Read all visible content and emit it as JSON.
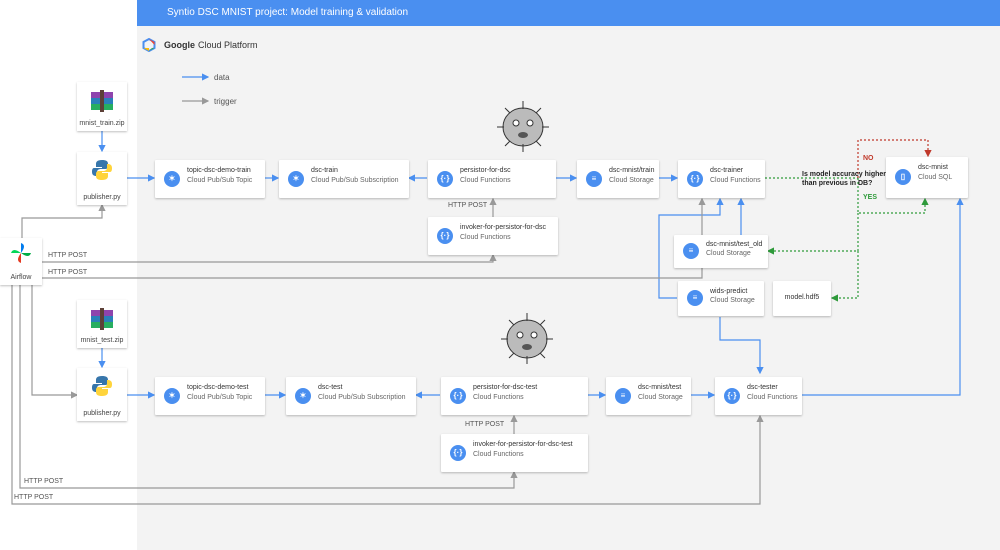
{
  "title": "Syntio DSC MNIST project: Model training & validation",
  "gcp": {
    "brand": "Google",
    "product": "Cloud Platform"
  },
  "legend": {
    "data": "data",
    "trigger": "trigger"
  },
  "colors": {
    "data": "#4a8ff0",
    "trigger": "#999999",
    "yes": "#2e9a3a",
    "no": "#c0392b",
    "icon": "#4a8ff0"
  },
  "train": {
    "zip": "mnist_train.zip",
    "publisher": "publisher.py",
    "topic": {
      "name": "topic-dsc-demo-train",
      "type": "Cloud Pub/Sub Topic"
    },
    "sub": {
      "name": "dsc-train",
      "type": "Cloud Pub/Sub Subscription"
    },
    "persistor": {
      "name": "persistor-for-dsc",
      "type": "Cloud Functions"
    },
    "invoker": {
      "name": "invoker-for-persistor-for-dsc",
      "type": "Cloud Functions"
    },
    "storage": {
      "name": "dsc-mnist/train",
      "type": "Cloud Storage"
    },
    "trainer": {
      "name": "dsc-trainer",
      "type": "Cloud Functions"
    }
  },
  "test": {
    "zip": "mnist_test.zip",
    "publisher": "publisher.py",
    "topic": {
      "name": "topic-dsc-demo-test",
      "type": "Cloud Pub/Sub Topic"
    },
    "sub": {
      "name": "dsc-test",
      "type": "Cloud Pub/Sub Subscription"
    },
    "persistor": {
      "name": "persistor-for-dsc-test",
      "type": "Cloud Functions"
    },
    "invoker": {
      "name": "invoker-for-persistor-for-dsc-test",
      "type": "Cloud Functions"
    },
    "storage": {
      "name": "dsc-mnist/test",
      "type": "Cloud Storage"
    },
    "tester": {
      "name": "dsc-tester",
      "type": "Cloud Functions"
    }
  },
  "testold": {
    "name": "dsc-mnist/test_old",
    "type": "Cloud Storage"
  },
  "predict": {
    "name": "wids-predict",
    "type": "Cloud Storage"
  },
  "model": "model.hdf5",
  "db": {
    "name": "dsc-mnist",
    "type": "Cloud SQL"
  },
  "decision": {
    "question": "Is model accuracy higher than previous in DB?",
    "yes": "YES",
    "no": "NO"
  },
  "airflow": "Airflow",
  "http": {
    "post": "HTTP POST"
  }
}
